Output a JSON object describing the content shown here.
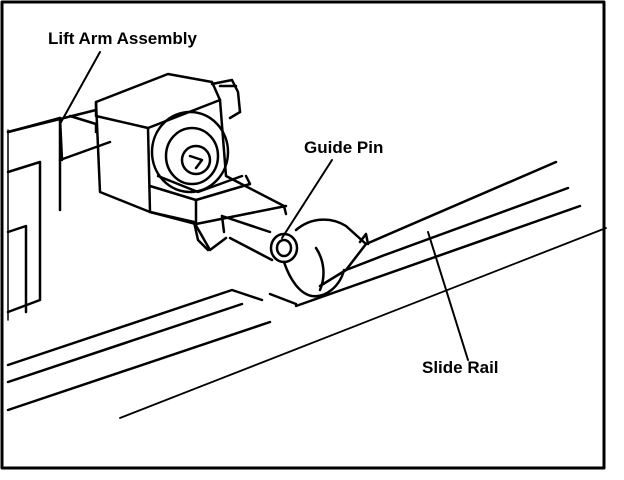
{
  "labels": {
    "lift_arm_assembly": "Lift Arm Assembly",
    "guide_pin": "Guide Pin",
    "slide_rail": "Slide Rail"
  },
  "colors": {
    "line": "#000000",
    "background": "#ffffff"
  }
}
